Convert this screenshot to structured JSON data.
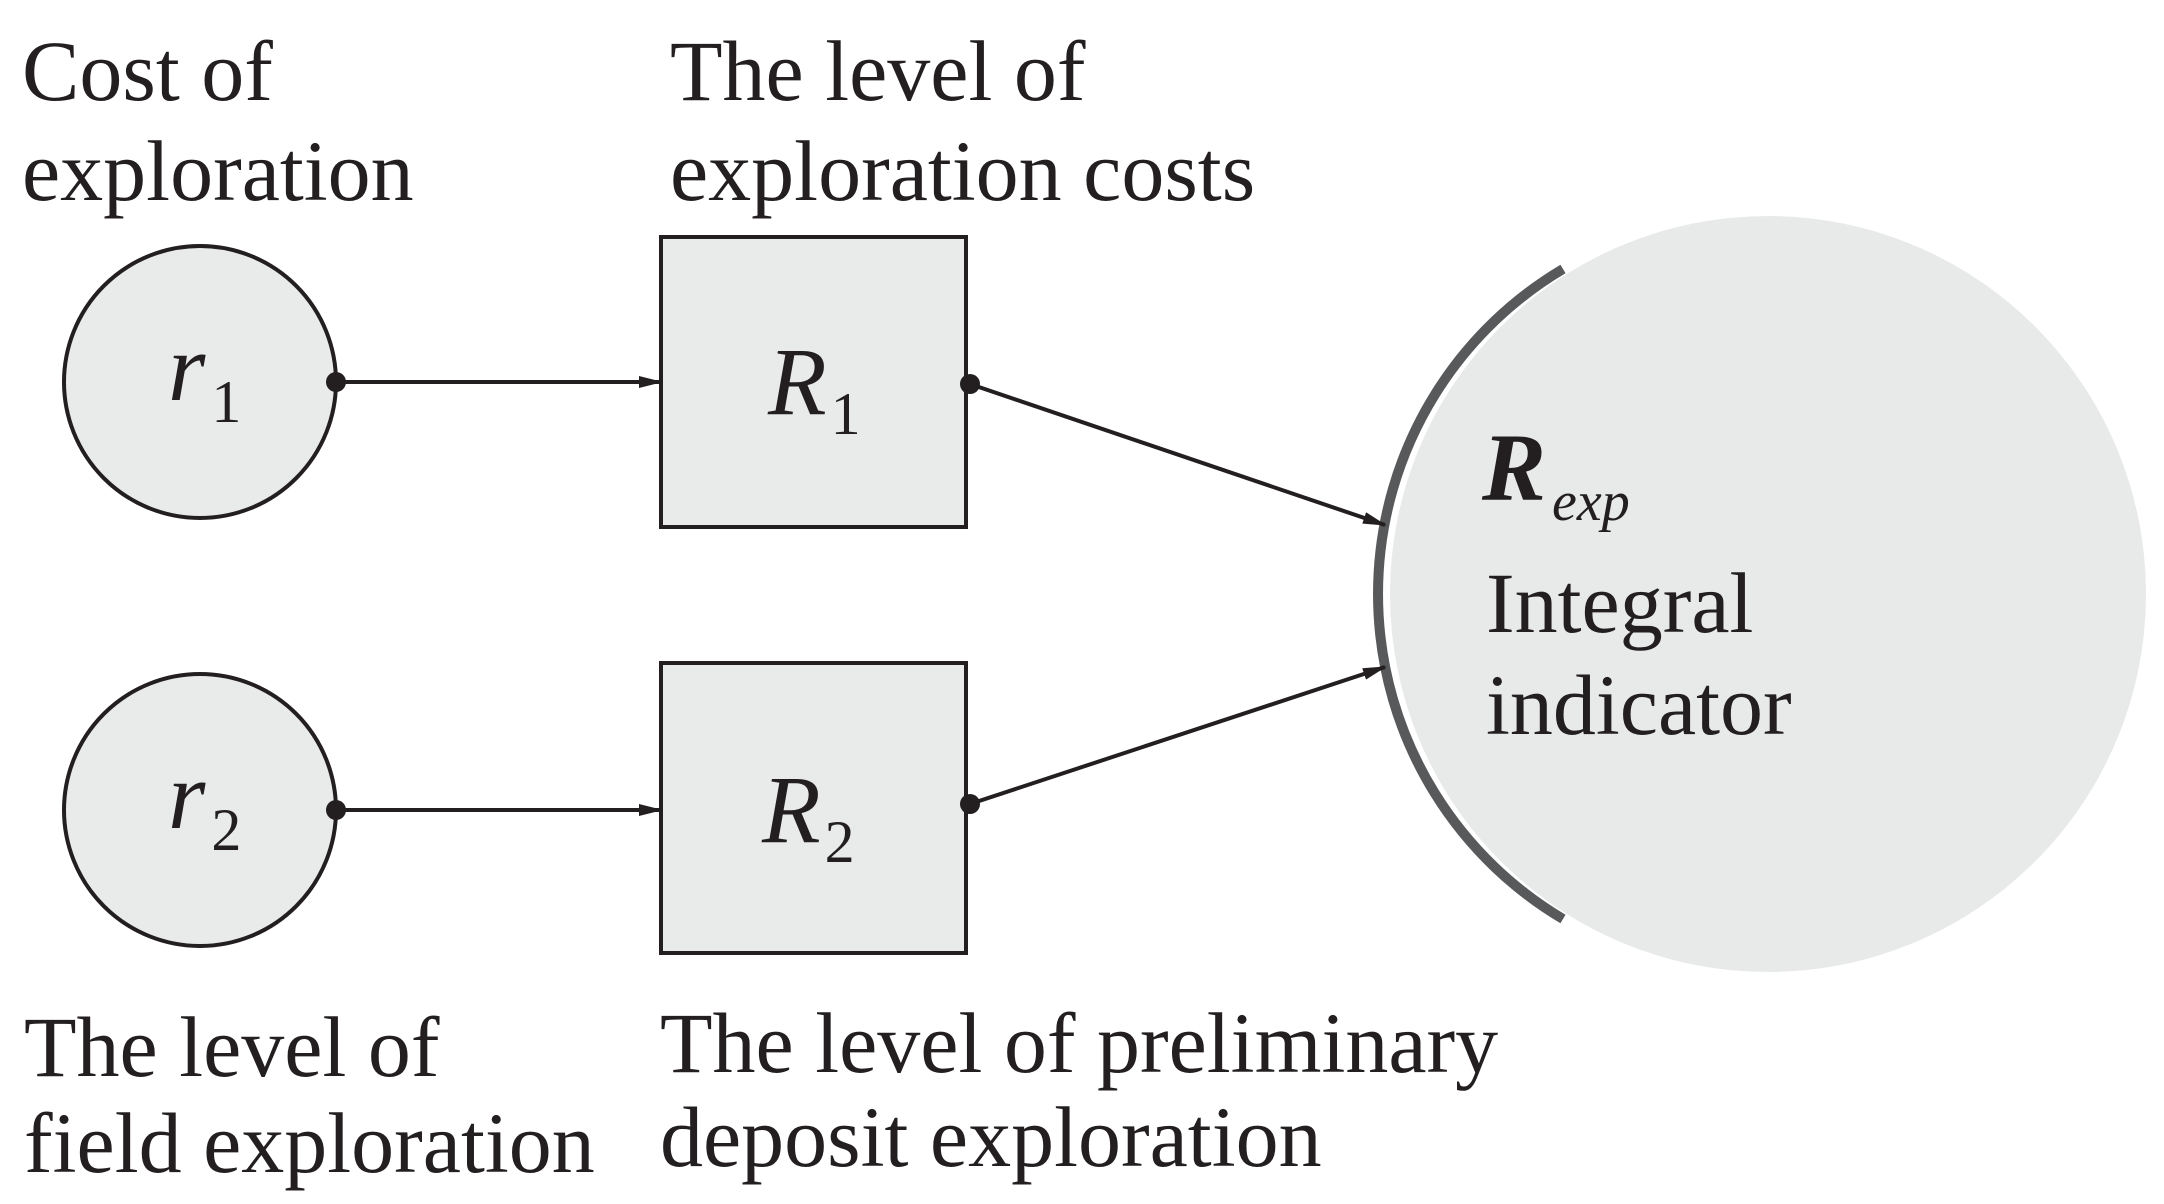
{
  "labels": {
    "r1_caption": [
      "Cost of",
      "exploration"
    ],
    "R1_caption": [
      "The level of",
      "exploration costs"
    ],
    "r2_caption": [
      "The level of",
      "field exploration"
    ],
    "R2_caption": [
      "The level of preliminary",
      "deposit exploration"
    ]
  },
  "nodes": {
    "r1": {
      "symbol": "r",
      "subscript": "1"
    },
    "r2": {
      "symbol": "r",
      "subscript": "2"
    },
    "R1": {
      "symbol": "R",
      "subscript": "1"
    },
    "R2": {
      "symbol": "R",
      "subscript": "2"
    },
    "Rexp": {
      "symbol": "R",
      "subscript": "exp",
      "description": [
        "Integral",
        "indicator"
      ]
    }
  },
  "colors": {
    "node_fill": "#e9eaea",
    "stroke": "#231f20",
    "result_fill": "#e8e9e9",
    "result_arc": "#58595b"
  }
}
